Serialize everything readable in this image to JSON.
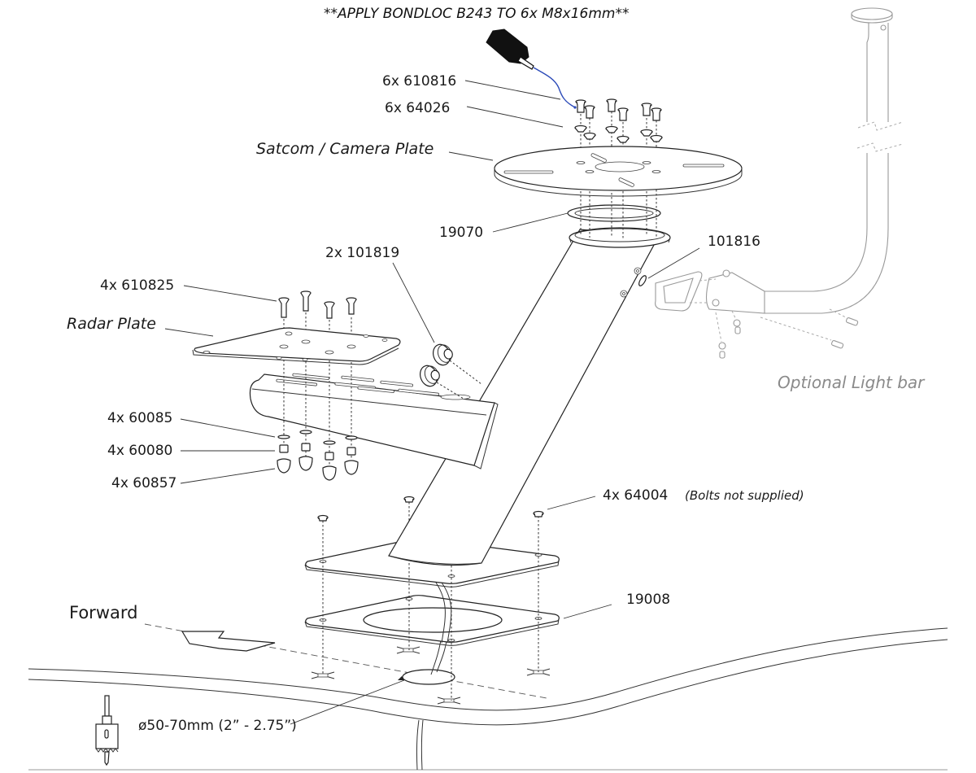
{
  "title_note": "**APPLY BONDLOC B243 TO 6x M8x16mm**",
  "callouts": {
    "bolts_top": "6x 610816",
    "washers_top": "6x 64026",
    "satcom_plate": "Satcom / Camera Plate",
    "gasket": "19070",
    "grommets": "2x 101819",
    "light_bracket": "101816",
    "radar_bolts": "4x 610825",
    "radar_plate": "Radar Plate",
    "washers_radar": "4x 60085",
    "nuts_radar": "4x 60080",
    "caps_radar": "4x 60857",
    "base_caps": "4x 64004",
    "base_note": "(Bolts not supplied)",
    "base_gasket": "19008",
    "forward": "Forward",
    "hole_size": "ø50-70mm (2” - 2.75”)",
    "optional": "Optional Light bar"
  },
  "colors": {
    "line": "#222222",
    "optional_grey": "#8a8a8a",
    "wire_blue": "#2b4ab8"
  },
  "icons": {
    "adhesive_bottle": "bondloc-bottle-icon",
    "hole_saw": "hole-saw-icon",
    "forward_arrow": "forward-arrow-icon"
  }
}
